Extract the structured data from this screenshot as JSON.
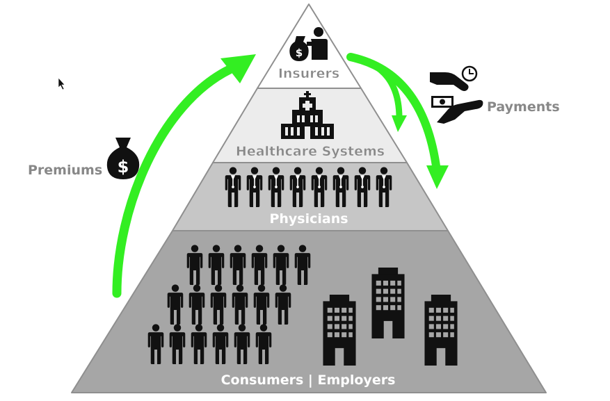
{
  "diagram": {
    "tiers": [
      {
        "label": "Insurers"
      },
      {
        "label": "Healthcare Systems"
      },
      {
        "label": "Physicians"
      },
      {
        "label": "Consumers | Employers"
      }
    ],
    "flows": [
      {
        "label": "Premiums"
      },
      {
        "label": "Payments"
      }
    ],
    "colors": {
      "arrow": "#33ee22",
      "arrow_edge": "#22cc11",
      "tier_insurers": "#ffffff",
      "tier_healthcare": "#ececec",
      "tier_physicians": "#c6c6c6",
      "tier_consumers": "#a6a6a6",
      "outline": "#8f8f8f",
      "label_dark": "#888888",
      "label_light": "#ffffff",
      "icon": "#111111"
    },
    "icons": {
      "insurers": "person-with-money-bag-icon",
      "healthcare": "hospital-building-icon",
      "physicians": "doctor-figure-icon",
      "consumers": "person-figure-icon",
      "employers": "office-building-icon",
      "premiums": "money-bag-icon",
      "payments": "hand-giving-money-icon",
      "cursor": "mouse-cursor-icon"
    }
  }
}
